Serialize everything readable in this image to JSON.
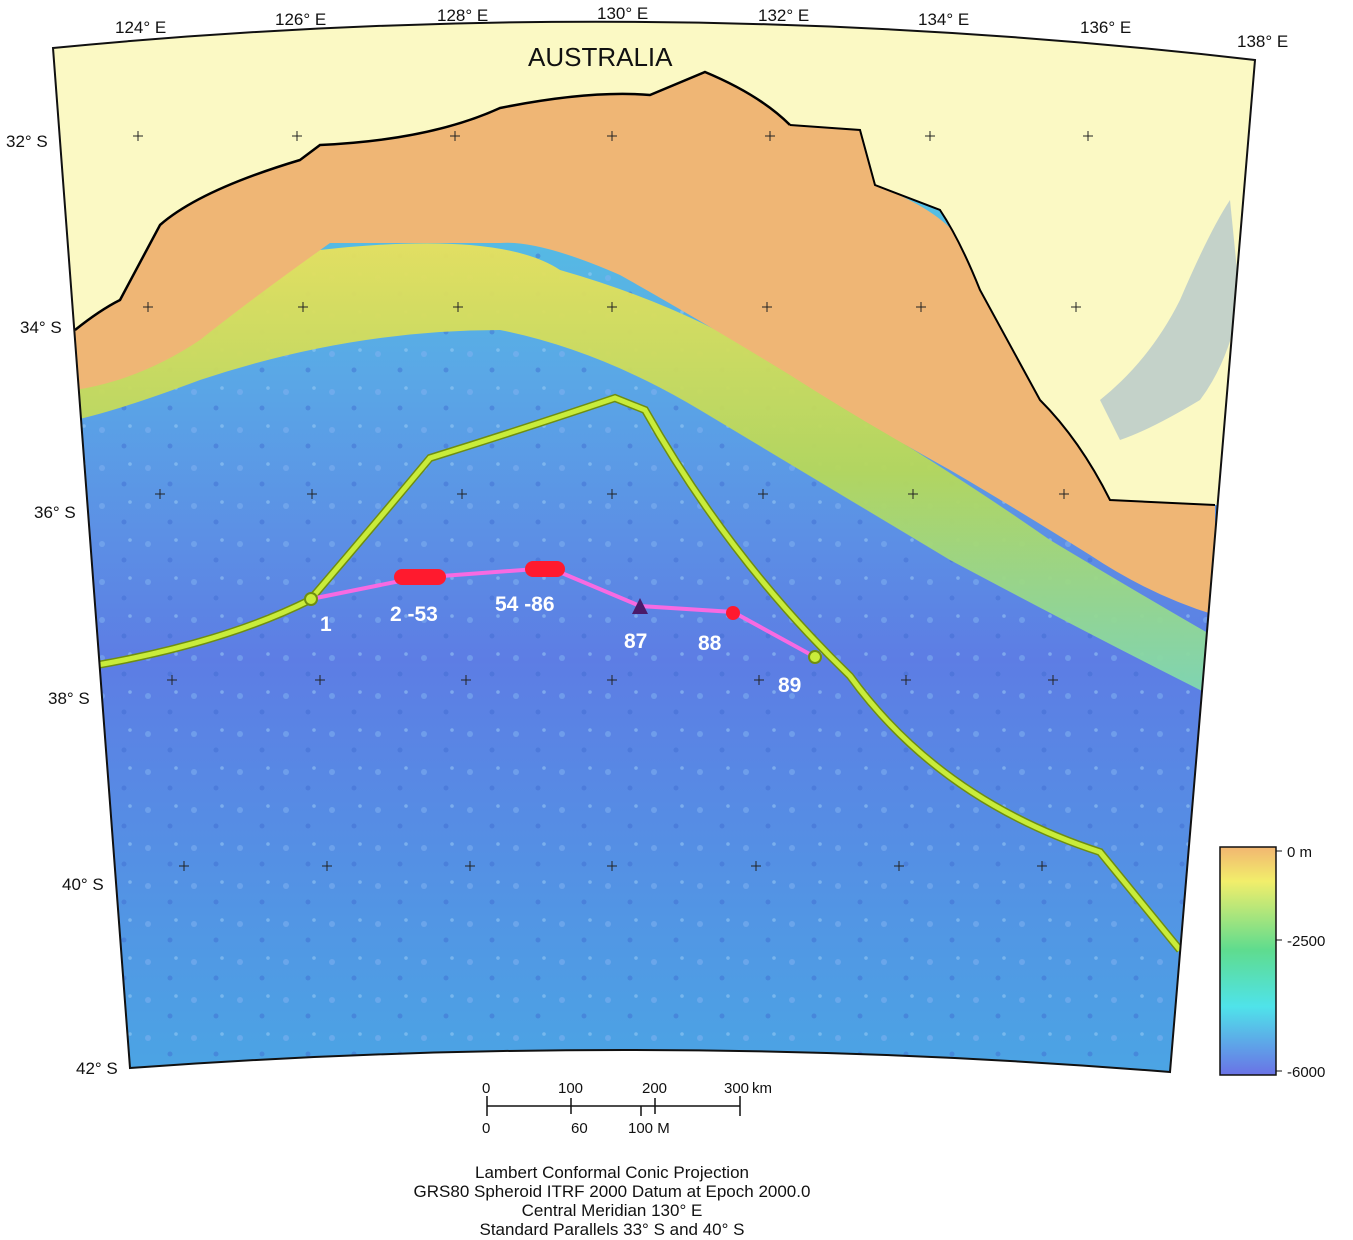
{
  "region_label": "AUSTRALIA",
  "longitude_labels": [
    "124° E",
    "126° E",
    "128° E",
    "130° E",
    "132° E",
    "134° E",
    "136° E",
    "138° E"
  ],
  "latitude_labels": [
    "32° S",
    "34° S",
    "36° S",
    "38° S",
    "40° S",
    "42° S"
  ],
  "point_labels": [
    {
      "id": "p1",
      "text": "1"
    },
    {
      "id": "p2",
      "text": "2 -53"
    },
    {
      "id": "p3",
      "text": "54 -86"
    },
    {
      "id": "p4",
      "text": "87"
    },
    {
      "id": "p5",
      "text": "88"
    },
    {
      "id": "p6",
      "text": "89"
    }
  ],
  "scale_bar": {
    "km_ticks": [
      "0",
      "100",
      "200",
      "300"
    ],
    "km_unit": "km",
    "mile_ticks": [
      "0",
      "60",
      "100 M"
    ]
  },
  "legend": {
    "labels": [
      "0 m",
      "-2500",
      "-6000"
    ],
    "colors": [
      "#f2b671",
      "#f2ee6b",
      "#5fdc8e",
      "#4fe3ea",
      "#6a72e6"
    ]
  },
  "projection_notes": [
    "Lambert Conformal Conic Projection",
    "GRS80 Spheroid ITRF 2000 Datum at Epoch 2000.0",
    "Central Meridian 130° E",
    "Standard Parallels 33° S and 40° S"
  ],
  "colors": {
    "land": "#fbf9c4",
    "shelf": "#efb675",
    "boundary": "#c9ec3a",
    "track": "#f76ae2",
    "marker": "#ff1a2e",
    "coast_water": "#1f5fd6"
  }
}
